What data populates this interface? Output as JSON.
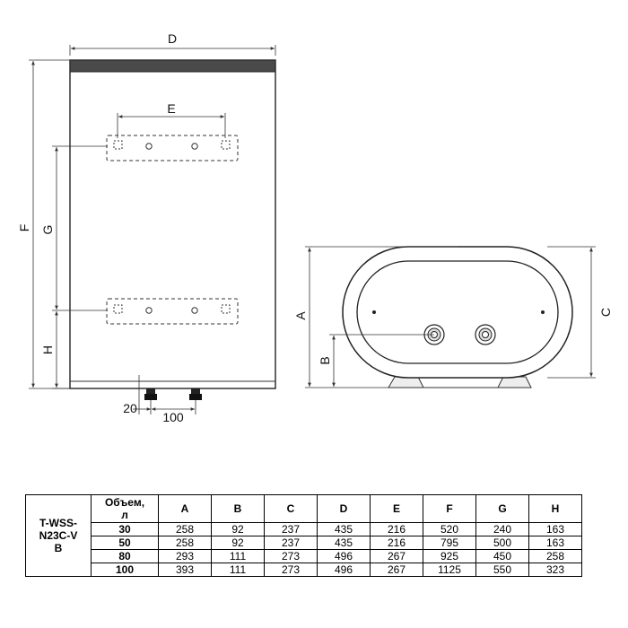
{
  "drawing": {
    "front_labels": {
      "D": "D",
      "E": "E",
      "F": "F",
      "G": "G",
      "H": "H"
    },
    "front_dims": {
      "pipe_offset": "20",
      "pipe_spacing": "100"
    },
    "side_labels": {
      "A": "A",
      "B": "B",
      "C": "C"
    }
  },
  "table": {
    "model": "T-WSS-N23C-VB",
    "volume_header": "Объем, л",
    "columns": [
      "A",
      "B",
      "C",
      "D",
      "E",
      "F",
      "G",
      "H"
    ],
    "rows": [
      {
        "volume": "30",
        "values": [
          "258",
          "92",
          "237",
          "435",
          "216",
          "520",
          "240",
          "163"
        ]
      },
      {
        "volume": "50",
        "values": [
          "258",
          "92",
          "237",
          "435",
          "216",
          "795",
          "500",
          "163"
        ]
      },
      {
        "volume": "80",
        "values": [
          "293",
          "111",
          "273",
          "496",
          "267",
          "925",
          "450",
          "258"
        ]
      },
      {
        "volume": "100",
        "values": [
          "393",
          "111",
          "273",
          "496",
          "267",
          "1125",
          "550",
          "323"
        ]
      }
    ]
  }
}
